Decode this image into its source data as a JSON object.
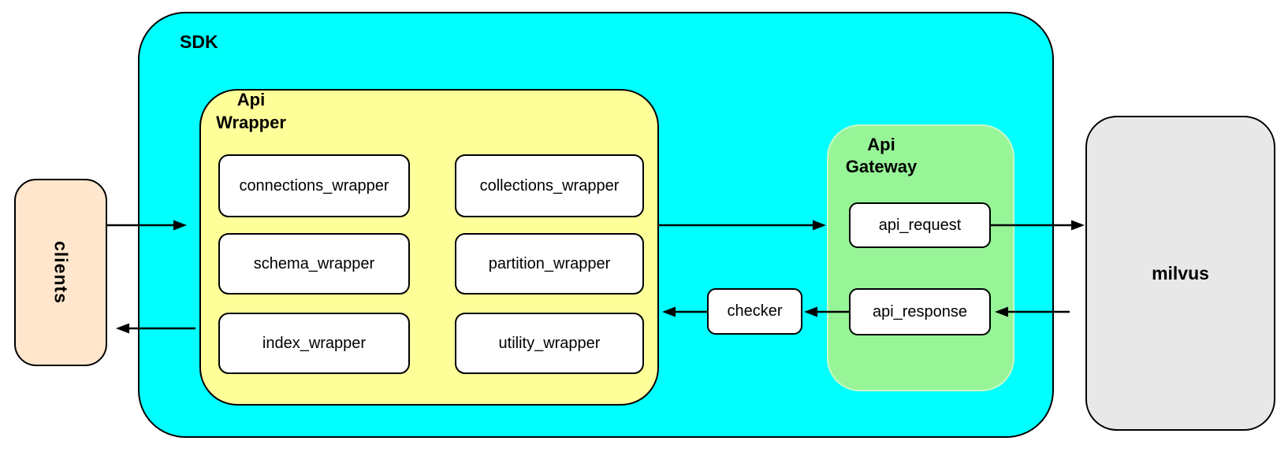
{
  "sdk": {
    "label": "SDK"
  },
  "clients": {
    "label": "clients"
  },
  "milvus": {
    "label": "milvus"
  },
  "checker": {
    "label": "checker"
  },
  "api_wrapper": {
    "title_line1": "Api",
    "title_line2": "Wrapper",
    "items": [
      "connections_wrapper",
      "collections_wrapper",
      "schema_wrapper",
      "partition_wrapper",
      "index_wrapper",
      "utility_wrapper"
    ]
  },
  "api_gateway": {
    "title_line1": "Api",
    "title_line2": "Gateway",
    "items": [
      "api_request",
      "api_response"
    ]
  },
  "colors": {
    "sdk_fill": "#00FFFF",
    "api_wrapper_fill": "#FFFF99",
    "api_gateway_fill": "#97F597",
    "clients_fill": "#FFE6CC",
    "milvus_fill": "#E8E8E8",
    "process_box_fill": "#FFFFFF",
    "line": "#000000"
  }
}
